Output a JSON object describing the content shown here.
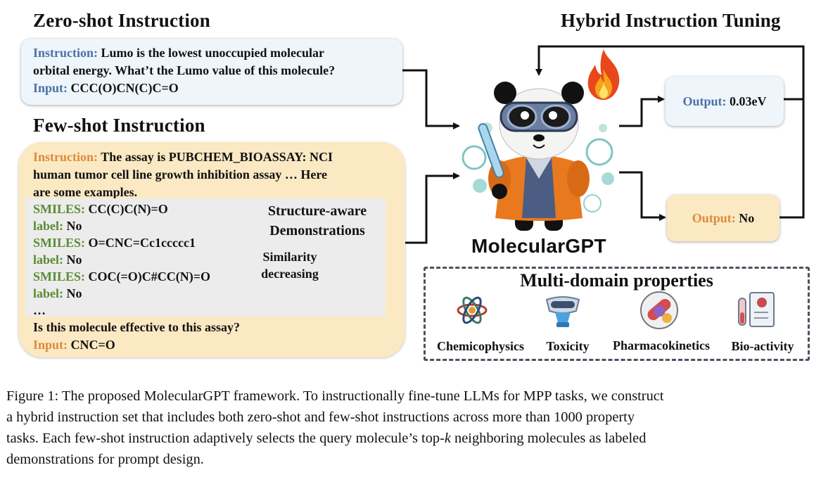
{
  "zero_shot": {
    "heading": "Zero-shot Instruction",
    "instruction_label": "Instruction:",
    "instruction_line1": "Lumo is the lowest unoccupied molecular",
    "instruction_line2": "orbital energy. What’t the Lumo value of this molecule?",
    "input_label": "Input:",
    "input_value": "CCC(O)CN(C)C=O"
  },
  "few_shot": {
    "heading": "Few-shot Instruction",
    "instruction_label": "Instruction:",
    "instruction_line1": "The assay is PUBCHEM_BIOASSAY: NCI",
    "instruction_line2": "human tumor cell line growth inhibition assay … Here",
    "instruction_line3": "are some examples.",
    "examples": [
      {
        "smiles_label": "SMILES:",
        "smiles": "CC(C)C(N)=O",
        "label_label": "label:",
        "label": "No"
      },
      {
        "smiles_label": "SMILES:",
        "smiles": "O=CNC=Cc1ccccc1",
        "label_label": "label:",
        "label": "No"
      },
      {
        "smiles_label": "SMILES:",
        "smiles": "COC(=O)C#CC(N)=O",
        "label_label": "label:",
        "label": "No"
      }
    ],
    "ellipsis": "…",
    "structure_aware_line1": "Structure-aware",
    "structure_aware_line2": "Demonstrations",
    "similarity_line1": "Similarity",
    "similarity_line2": "decreasing",
    "question": "Is this molecule effective to this assay?",
    "input_label": "Input:",
    "input_value": "CNC=O"
  },
  "tuning": {
    "heading": "Hybrid Instruction Tuning",
    "model_name": "MolecularGPT",
    "output1_label": "Output:",
    "output1_value": "0.03eV",
    "output2_label": "Output:",
    "output2_value": "No"
  },
  "properties": {
    "heading": "Multi-domain properties",
    "items": [
      {
        "label": "Chemicophysics",
        "icon": "atom-icon"
      },
      {
        "label": "Toxicity",
        "icon": "gas-mask-icon"
      },
      {
        "label": "Pharmacokinetics",
        "icon": "pills-icon"
      },
      {
        "label": "Bio-activity",
        "icon": "lab-report-icon"
      }
    ]
  },
  "caption": {
    "line1": "Figure 1: The proposed MolecularGPT framework. To instructionally fine-tune LLMs for MPP tasks, we construct",
    "line2": "a hybrid instruction set that includes both zero-shot and few-shot instructions across more than 1000 property",
    "line3_pre": "tasks. Each few-shot instruction adaptively selects the query molecule’s top-",
    "line3_k": "k",
    "line3_post": " neighboring molecules as labeled",
    "line4": "demonstrations for prompt design."
  },
  "colors": {
    "label_blue": "#4d71a5",
    "label_orange": "#dd8a3c",
    "label_green": "#5a8c33",
    "zero_shot_fill": "#eef5fb",
    "few_shot_fill": "#fbe9c3"
  }
}
